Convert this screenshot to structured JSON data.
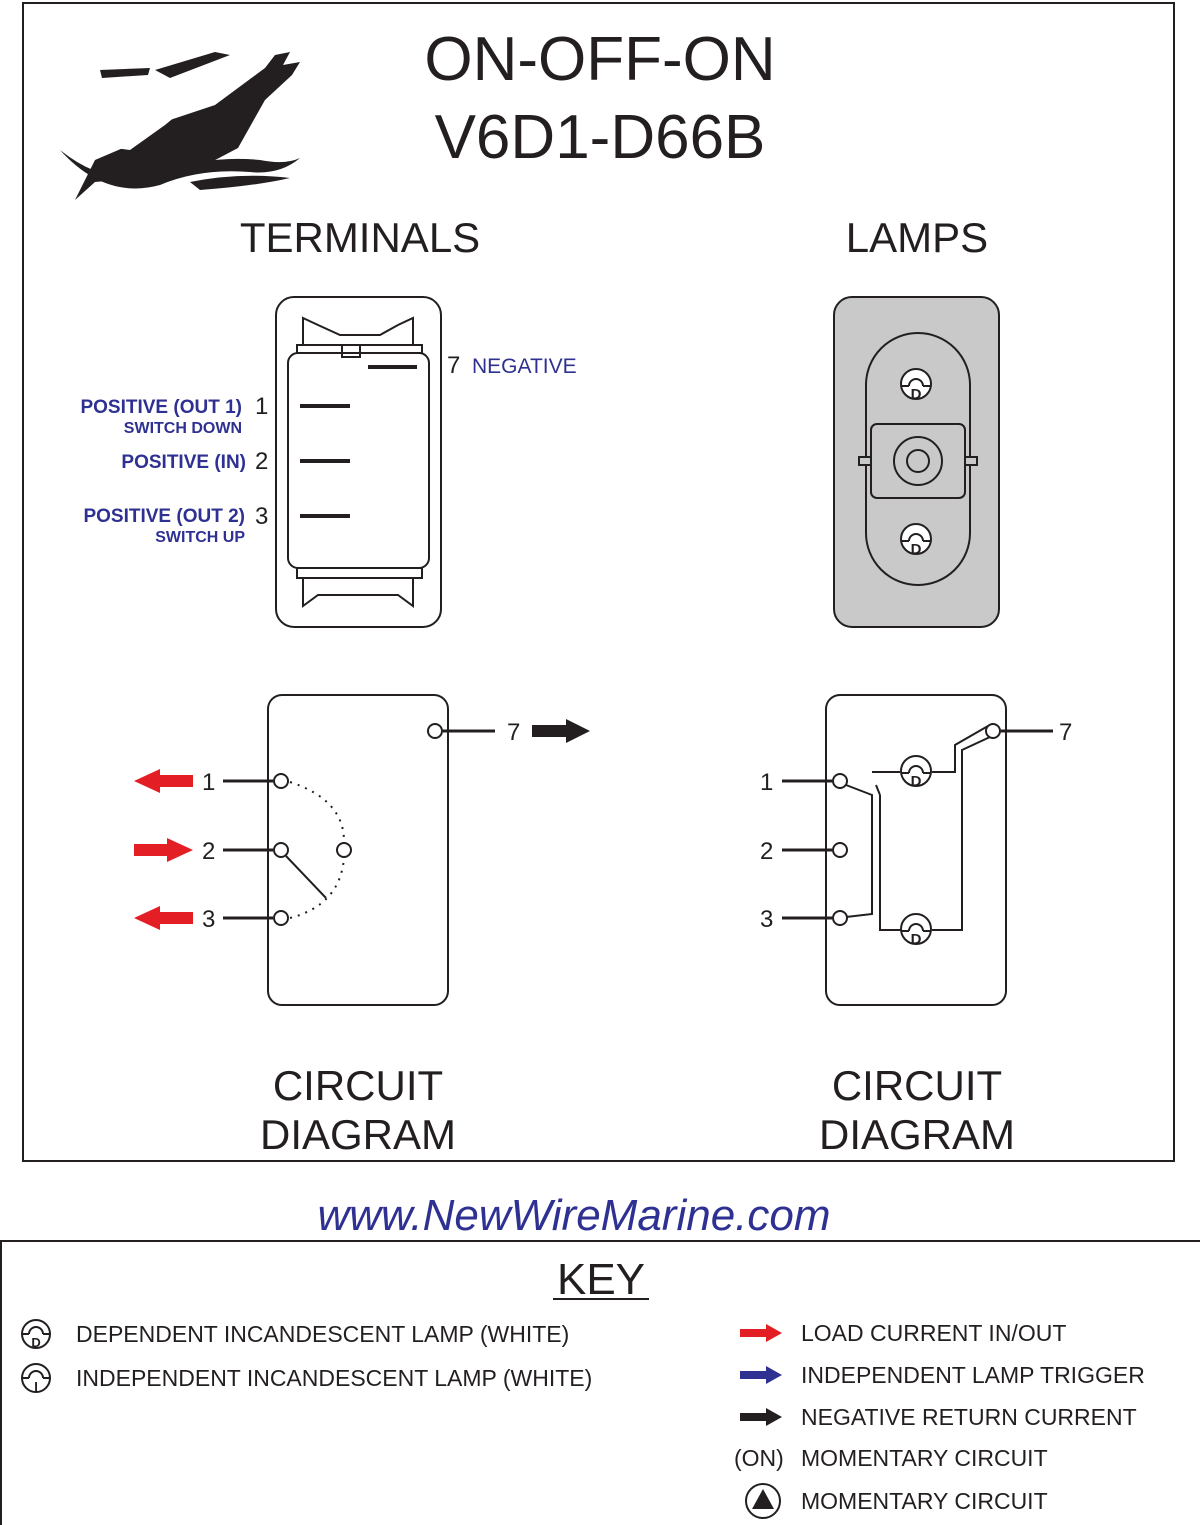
{
  "title": {
    "line1": "ON-OFF-ON",
    "line2": "V6D1-D66B"
  },
  "sections": {
    "terminals": "TERMINALS",
    "lamps": "LAMPS"
  },
  "terminal_labels": {
    "negative_num": "7",
    "negative": "NEGATIVE",
    "t1_label": "POSITIVE (OUT 1)",
    "t1_sub": "SWITCH DOWN",
    "t1_num": "1",
    "t2_label": "POSITIVE (IN)",
    "t2_num": "2",
    "t3_label": "POSITIVE (OUT 2)",
    "t3_sub": "SWITCH UP",
    "t3_num": "3"
  },
  "lamp_letter": "D",
  "circuit_left": {
    "n7": "7",
    "n1": "1",
    "n2": "2",
    "n3": "3",
    "arrows": {
      "t7": "black-right",
      "t1": "red-left",
      "t2": "red-right",
      "t3": "red-left"
    }
  },
  "circuit_right": {
    "n7": "7",
    "n1": "1",
    "n2": "2",
    "n3": "3"
  },
  "circuit_caption": {
    "line1": "CIRCUIT",
    "line2": "DIAGRAM"
  },
  "url": "www.NewWireMarine.com",
  "key": {
    "title": "KEY",
    "dep_lamp_symbol": "D",
    "dep_lamp": "DEPENDENT INCANDESCENT LAMP (WHITE)",
    "ind_lamp_symbol": "I",
    "ind_lamp": "INDEPENDENT INCANDESCENT LAMP (WHITE)",
    "load_current": "LOAD CURRENT IN/OUT",
    "lamp_trigger": "INDEPENDENT LAMP TRIGGER",
    "negative_return": "NEGATIVE RETURN CURRENT",
    "on_symbol": "(ON)",
    "momentary1": "MOMENTARY CIRCUIT",
    "momentary2": "MOMENTARY CIRCUIT"
  },
  "colors": {
    "ink": "#231f20",
    "blue_text": "#2e3192",
    "red_arrow": "#e31e24",
    "blue_arrow": "#2e3192",
    "lamp_fill": "#c9c9c9"
  },
  "icons": [
    "boat-logo-icon",
    "dependent-lamp-icon",
    "independent-lamp-icon",
    "red-arrow-icon",
    "blue-arrow-icon",
    "black-arrow-icon",
    "momentary-triangle-icon"
  ]
}
